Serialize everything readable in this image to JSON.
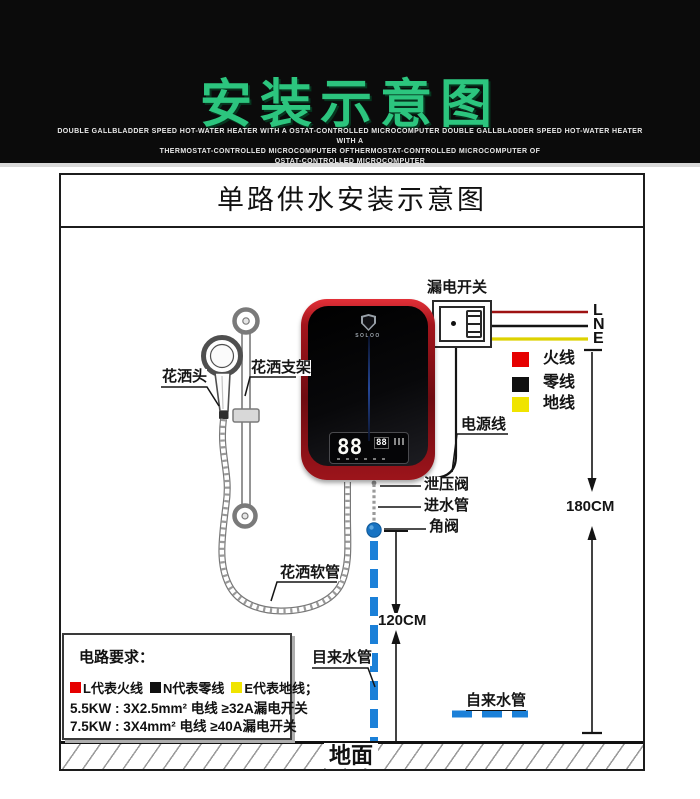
{
  "banner": {
    "title": "安装示意图",
    "title_color": "#2cc57e",
    "subtitle_lines": [
      "DOUBLE GALLBLADDER SPEED HOT-WATER HEATER WITH A OSTAT-CONTROLLED MICROCOMPUTER DOUBLE GALLBLADDER SPEED HOT-WATER HEATER WITH A",
      "THERMOSTAT-CONTROLLED MICROCOMPUTER OFTHERMOSTAT-CONTROLLED MICROCOMPUTER OF",
      "OSTAT-CONTROLLED MICROCOMPUTER"
    ]
  },
  "diagram": {
    "title": "单路供水安装示意图",
    "labels": {
      "leakage_switch": "漏电开关",
      "power_cord": "电源线",
      "relief_valve": "泄压阀",
      "inlet_pipe": "进水管",
      "angle_valve": "角阀",
      "shower_head": "花洒头",
      "shower_bracket": "花洒支架",
      "shower_hose": "花洒软管",
      "tap_water_main": "目来水管",
      "tap_water": "自来水管",
      "ground": "地面",
      "dim_180": "180CM",
      "dim_120": "120CM"
    },
    "wire_labels": [
      "L",
      "N",
      "E"
    ],
    "legend": [
      {
        "label": "火线",
        "color": "#e60000"
      },
      {
        "label": "零线",
        "color": "#101010"
      },
      {
        "label": "地线",
        "color": "#f0e400"
      }
    ],
    "pipe_color": "#1b80d8",
    "heater": {
      "brand": "SOLOO",
      "display_main": "88",
      "display_small": "88"
    }
  },
  "requirements": {
    "title": "电路要求：",
    "legend_items": [
      {
        "text": "L代表火线",
        "color": "#e60000"
      },
      {
        "text": "N代表零线",
        "color": "#101010"
      },
      {
        "text": "E代表地线；",
        "color": "#f0e400"
      }
    ],
    "lines": [
      "5.5KW : 3X2.5mm² 电线 ≥32A漏电开关",
      "7.5KW : 3X4mm² 电线 ≥40A漏电开关"
    ]
  }
}
